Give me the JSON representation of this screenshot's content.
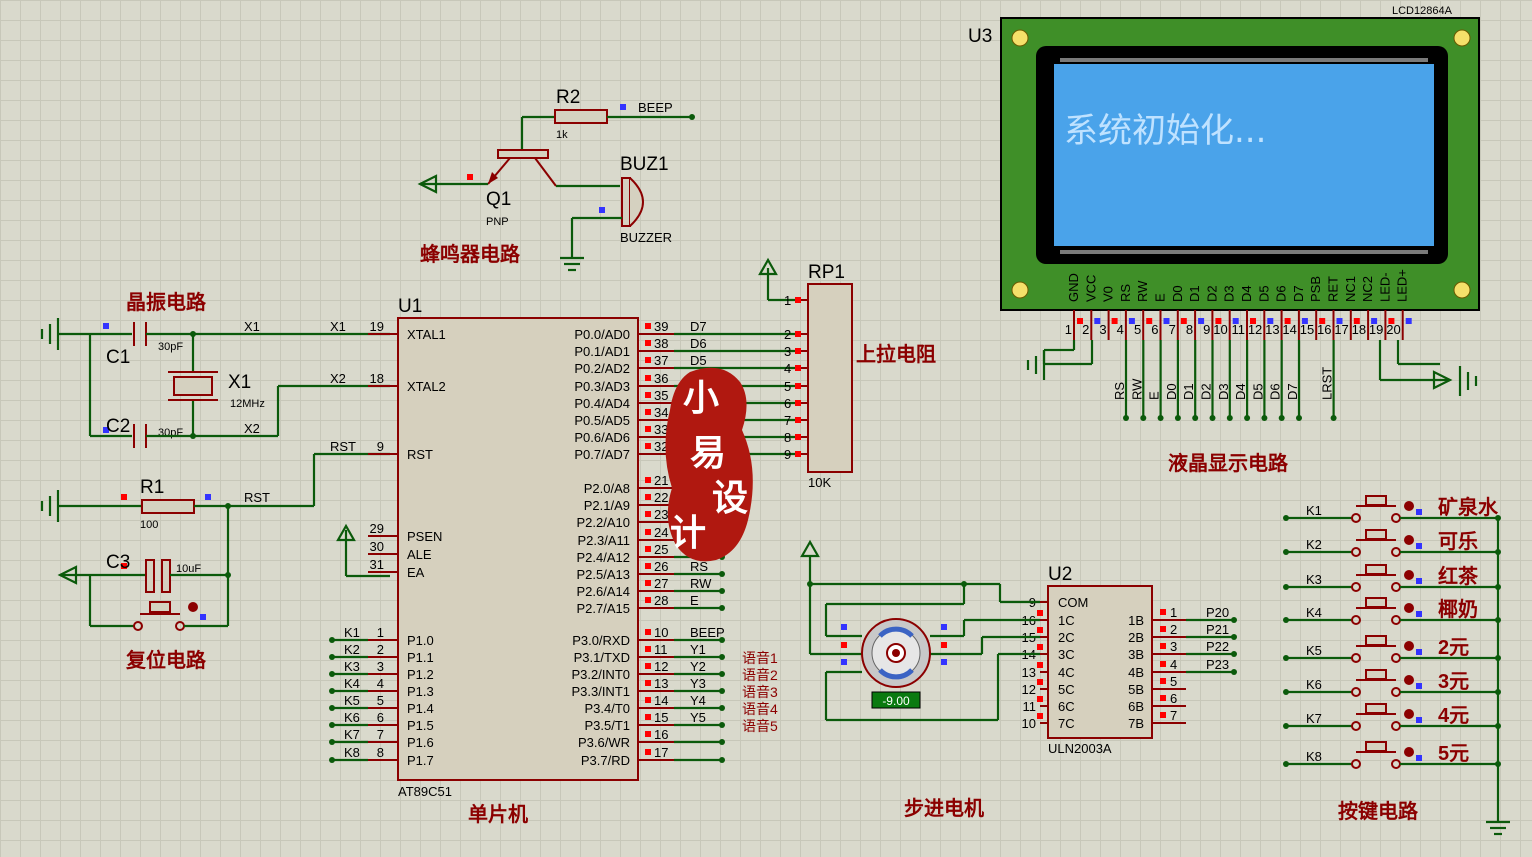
{
  "sections": {
    "crystal": "晶振电路",
    "reset": "复位电路",
    "buzzer": "蜂鸣器电路",
    "mcu": "单片机",
    "pullup": "上拉电阻",
    "lcd": "液晶显示电路",
    "stepper": "步进电机",
    "keys": "按键电路"
  },
  "parts": {
    "U1": {
      "ref": "U1",
      "type": "AT89C51"
    },
    "U2": {
      "ref": "U2",
      "type": "ULN2003A"
    },
    "U3": {
      "ref": "U3",
      "type": "LCD12864A"
    },
    "RP1": {
      "ref": "RP1",
      "value": "10K"
    },
    "R1": {
      "ref": "R1",
      "value": "100"
    },
    "R2": {
      "ref": "R2",
      "value": "1k"
    },
    "C1": {
      "ref": "C1",
      "value": "30pF"
    },
    "C2": {
      "ref": "C2",
      "value": "30pF"
    },
    "C3": {
      "ref": "C3",
      "value": "10uF"
    },
    "X1": {
      "ref": "X1",
      "value": "12MHz"
    },
    "Q1": {
      "ref": "Q1",
      "type": "PNP"
    },
    "BUZ1": {
      "ref": "BUZ1",
      "type": "BUZZER"
    }
  },
  "nets": {
    "x1": "X1",
    "x2": "X2",
    "rst": "RST",
    "beep": "BEEP",
    "rs": "RS",
    "rw": "RW",
    "e": "E",
    "lrst": "LRST"
  },
  "mcu_left_pins": [
    {
      "num": "19",
      "name": "XTAL1"
    },
    {
      "num": "18",
      "name": "XTAL2"
    },
    {
      "num": "9",
      "name": "RST"
    },
    {
      "num": "29",
      "name": "PSEN"
    },
    {
      "num": "30",
      "name": "ALE"
    },
    {
      "num": "31",
      "name": "EA"
    },
    {
      "num": "1",
      "name": "P1.0",
      "net": "K1"
    },
    {
      "num": "2",
      "name": "P1.1",
      "net": "K2"
    },
    {
      "num": "3",
      "name": "P1.2",
      "net": "K3"
    },
    {
      "num": "4",
      "name": "P1.3",
      "net": "K4"
    },
    {
      "num": "5",
      "name": "P1.4",
      "net": "K5"
    },
    {
      "num": "6",
      "name": "P1.5",
      "net": "K6"
    },
    {
      "num": "7",
      "name": "P1.6",
      "net": "K7"
    },
    {
      "num": "8",
      "name": "P1.7",
      "net": "K8"
    }
  ],
  "mcu_right_pins": [
    {
      "num": "39",
      "name": "P0.0/AD0",
      "net": "D7"
    },
    {
      "num": "38",
      "name": "P0.1/AD1",
      "net": "D6"
    },
    {
      "num": "37",
      "name": "P0.2/AD2",
      "net": "D5"
    },
    {
      "num": "36",
      "name": "P0.3/AD3",
      "net": ""
    },
    {
      "num": "35",
      "name": "P0.4/AD4",
      "net": ""
    },
    {
      "num": "34",
      "name": "P0.5/AD5",
      "net": ""
    },
    {
      "num": "33",
      "name": "P0.6/AD6",
      "net": ""
    },
    {
      "num": "32",
      "name": "P0.7/AD7",
      "net": ""
    },
    {
      "num": "21",
      "name": "P2.0/A8",
      "net": ""
    },
    {
      "num": "22",
      "name": "P2.1/A9",
      "net": ""
    },
    {
      "num": "23",
      "name": "P2.2/A10",
      "net": ""
    },
    {
      "num": "24",
      "name": "P2.3/A11",
      "net": ""
    },
    {
      "num": "25",
      "name": "P2.4/A12",
      "net": ""
    },
    {
      "num": "26",
      "name": "P2.5/A13",
      "net": "RS"
    },
    {
      "num": "27",
      "name": "P2.6/A14",
      "net": "RW"
    },
    {
      "num": "28",
      "name": "P2.7/A15",
      "net": "E"
    },
    {
      "num": "10",
      "name": "P3.0/RXD",
      "net": "BEEP"
    },
    {
      "num": "11",
      "name": "P3.1/TXD",
      "net": "Y1"
    },
    {
      "num": "12",
      "name": "P3.2/INT0",
      "net": "Y2"
    },
    {
      "num": "13",
      "name": "P3.3/INT1",
      "net": "Y3"
    },
    {
      "num": "14",
      "name": "P3.4/T0",
      "net": "Y4"
    },
    {
      "num": "15",
      "name": "P3.5/T1",
      "net": "Y5"
    },
    {
      "num": "16",
      "name": "P3.6/WR",
      "net": ""
    },
    {
      "num": "17",
      "name": "P3.7/RD",
      "net": ""
    }
  ],
  "voice_labels": [
    "语音1",
    "语音2",
    "语音3",
    "语音4",
    "语音5"
  ],
  "rp1_pins": [
    "1",
    "2",
    "3",
    "4",
    "5",
    "6",
    "7",
    "8",
    "9"
  ],
  "lcd_pins": [
    {
      "num": "1",
      "name": "GND"
    },
    {
      "num": "2",
      "name": "VCC"
    },
    {
      "num": "3",
      "name": "V0"
    },
    {
      "num": "4",
      "name": "RS"
    },
    {
      "num": "5",
      "name": "RW"
    },
    {
      "num": "6",
      "name": "E"
    },
    {
      "num": "7",
      "name": "D0"
    },
    {
      "num": "8",
      "name": "D1"
    },
    {
      "num": "9",
      "name": "D2"
    },
    {
      "num": "10",
      "name": "D3"
    },
    {
      "num": "11",
      "name": "D4"
    },
    {
      "num": "12",
      "name": "D5"
    },
    {
      "num": "13",
      "name": "D6"
    },
    {
      "num": "14",
      "name": "D7"
    },
    {
      "num": "15",
      "name": "PSB"
    },
    {
      "num": "16",
      "name": "RET"
    },
    {
      "num": "17",
      "name": "NC1"
    },
    {
      "num": "18",
      "name": "NC2"
    },
    {
      "num": "19",
      "name": "LED-"
    },
    {
      "num": "20",
      "name": "LED+"
    }
  ],
  "lcd_bus_labels": [
    "RS",
    "RW",
    "E",
    "D0",
    "D1",
    "D2",
    "D3",
    "D4",
    "D5",
    "D6",
    "D7",
    "",
    "LRST"
  ],
  "lcd_screen_text": "系统初始化...",
  "uln_left_pins": [
    {
      "num": "9",
      "name": "COM"
    },
    {
      "num": "16",
      "name": "1C"
    },
    {
      "num": "15",
      "name": "2C"
    },
    {
      "num": "14",
      "name": "3C"
    },
    {
      "num": "13",
      "name": "4C"
    },
    {
      "num": "12",
      "name": "5C"
    },
    {
      "num": "11",
      "name": "6C"
    },
    {
      "num": "10",
      "name": "7C"
    }
  ],
  "uln_right_pins": [
    {
      "num": "1",
      "name": "1B",
      "net": "P20"
    },
    {
      "num": "2",
      "name": "2B",
      "net": "P21"
    },
    {
      "num": "3",
      "name": "3B",
      "net": "P22"
    },
    {
      "num": "4",
      "name": "4B",
      "net": "P23"
    },
    {
      "num": "5",
      "name": "5B",
      "net": ""
    },
    {
      "num": "6",
      "name": "6B",
      "net": ""
    },
    {
      "num": "7",
      "name": "7B",
      "net": ""
    }
  ],
  "motor_readout": "-9.00",
  "keys": [
    {
      "net": "K1",
      "label": "矿泉水"
    },
    {
      "net": "K2",
      "label": "可乐"
    },
    {
      "net": "K3",
      "label": "红茶"
    },
    {
      "net": "K4",
      "label": "椰奶"
    },
    {
      "net": "K5",
      "label": "2元"
    },
    {
      "net": "K6",
      "label": "3元"
    },
    {
      "net": "K7",
      "label": "4元"
    },
    {
      "net": "K8",
      "label": "5元"
    }
  ],
  "seal": [
    "小",
    "易",
    "设",
    "计"
  ],
  "colors": {
    "wire": "#0b5a0b",
    "component": "#8b0000",
    "lcd_screen": "#4aa3ea",
    "lcd_board": "#3f8f28",
    "seal": "#b01810"
  }
}
